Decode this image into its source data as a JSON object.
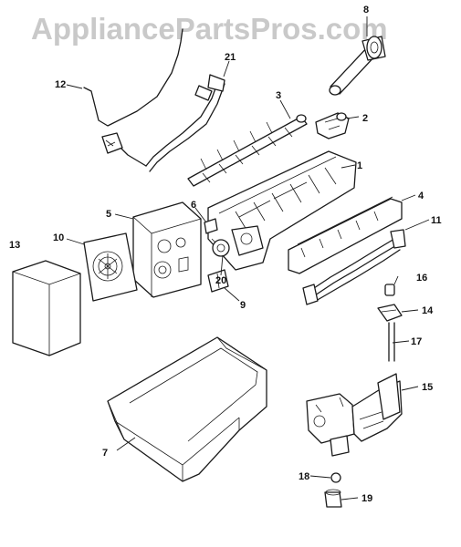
{
  "watermark": "AppliancePartsPros.com",
  "callouts": {
    "c1": "1",
    "c2": "2",
    "c3": "3",
    "c4": "4",
    "c5": "5",
    "c6": "6",
    "c7": "7",
    "c8": "8",
    "c9": "9",
    "c10": "10",
    "c11": "11",
    "c12": "12",
    "c13": "13",
    "c14": "14",
    "c15": "15",
    "c16": "16",
    "c17": "17",
    "c18": "18",
    "c19": "19",
    "c20": "20",
    "c21": "21"
  }
}
